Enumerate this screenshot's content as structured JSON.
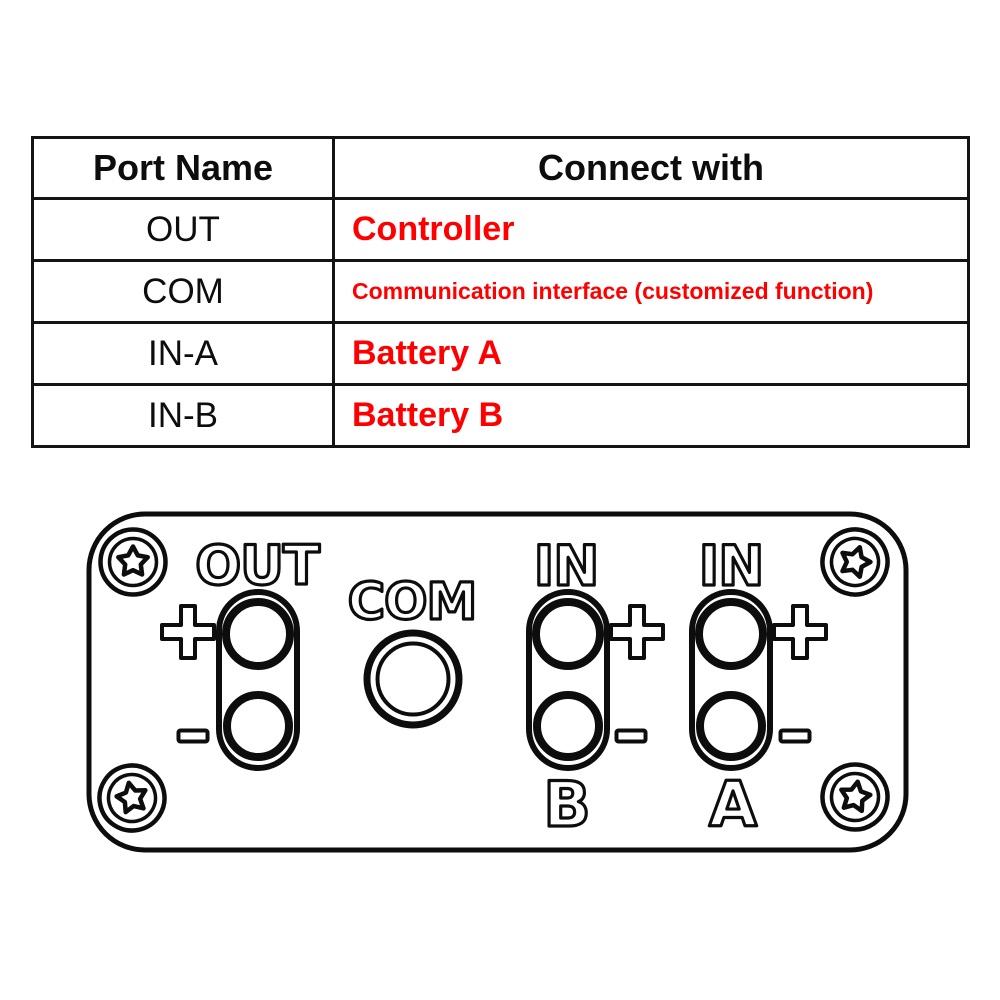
{
  "page": {
    "background": "#ffffff"
  },
  "table": {
    "headers": [
      "Port Name",
      "Connect with"
    ],
    "rows": [
      {
        "port": "OUT",
        "connect": "Controller"
      },
      {
        "port": "COM",
        "connect": "Communication interface (customized function)"
      },
      {
        "port": "IN-A",
        "connect": "Battery A"
      },
      {
        "port": "IN-B",
        "connect": "Battery B"
      }
    ],
    "accent_color": "#ff0000",
    "text_color": "#0d0d0d",
    "border_color": "#141414"
  },
  "diagram": {
    "labels": {
      "out": "OUT",
      "com": "COM",
      "in_b": "IN",
      "in_a": "IN",
      "battery_b": "B",
      "battery_a": "A"
    },
    "symbols": {
      "positive": "+",
      "negative": "-"
    },
    "outline_color": "#0d0d0d",
    "icon_names": [
      "torx-screw-icon",
      "plus-icon",
      "minus-icon"
    ]
  }
}
